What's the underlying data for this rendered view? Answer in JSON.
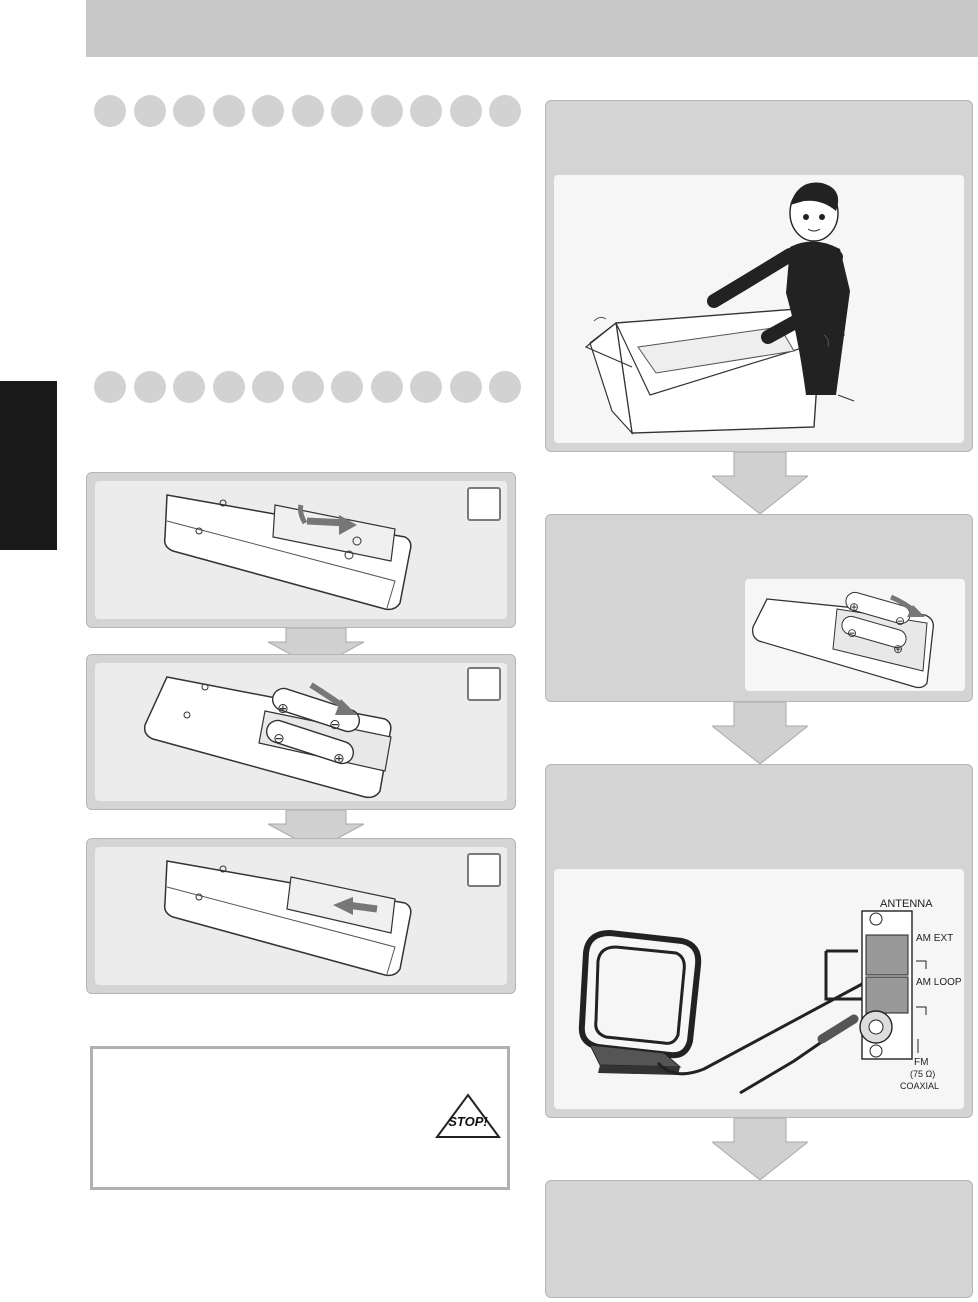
{
  "icons": {
    "stop": "stop-warning-icon",
    "arrow": "down-arrow-icon"
  },
  "colors": {
    "panel": "#d4d4d4",
    "header_bar": "#c8c8c8",
    "dots": "#d2d2d2",
    "side_tab": "#1a1a1a"
  },
  "stop_icon": {
    "text": "STOP!"
  },
  "antenna_figure": {
    "title": "ANTENNA",
    "am_ext": "AM EXT",
    "am_loop": "AM LOOP",
    "fm": "FM",
    "fm_ohm": "(75 Ω)",
    "coaxial": "COAXIAL"
  }
}
